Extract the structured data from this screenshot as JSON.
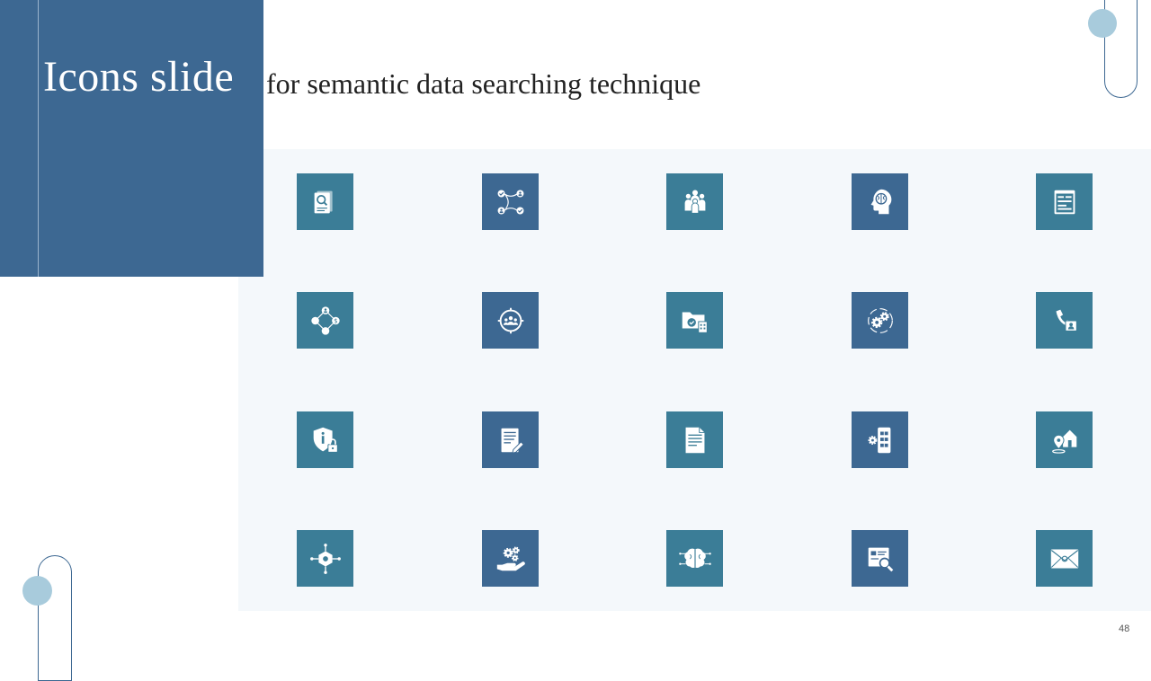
{
  "slide": {
    "title_main": "Icons slide",
    "title_rest": "for semantic data searching technique",
    "page_number": "48"
  },
  "colors": {
    "primary": "#3d6892",
    "teal": "#3b7d97",
    "light_dot": "#a8cbdc",
    "panel": "#f4f8fb"
  },
  "icons": [
    {
      "name": "document-search-icon",
      "color": "#3b7d97"
    },
    {
      "name": "user-network-icon",
      "color": "#3d6892"
    },
    {
      "name": "team-group-icon",
      "color": "#3b7d97"
    },
    {
      "name": "brain-head-icon",
      "color": "#3d6892"
    },
    {
      "name": "web-browser-icon",
      "color": "#3b7d97"
    },
    {
      "name": "business-cycle-icon",
      "color": "#3b7d97"
    },
    {
      "name": "team-target-icon",
      "color": "#3d6892"
    },
    {
      "name": "folder-security-icon",
      "color": "#3b7d97"
    },
    {
      "name": "gear-cycle-icon",
      "color": "#3d6892"
    },
    {
      "name": "phone-contact-icon",
      "color": "#3b7d97"
    },
    {
      "name": "shield-lock-icon",
      "color": "#3b7d97"
    },
    {
      "name": "document-edit-icon",
      "color": "#3d6892"
    },
    {
      "name": "text-document-icon",
      "color": "#3b7d97"
    },
    {
      "name": "mobile-settings-icon",
      "color": "#3d6892"
    },
    {
      "name": "location-home-icon",
      "color": "#3b7d97"
    },
    {
      "name": "network-hub-icon",
      "color": "#3b7d97"
    },
    {
      "name": "hand-gears-icon",
      "color": "#3d6892"
    },
    {
      "name": "circuit-brain-icon",
      "color": "#3b7d97"
    },
    {
      "name": "web-search-icon",
      "color": "#3d6892"
    },
    {
      "name": "email-envelope-icon",
      "color": "#3b7d97"
    }
  ]
}
